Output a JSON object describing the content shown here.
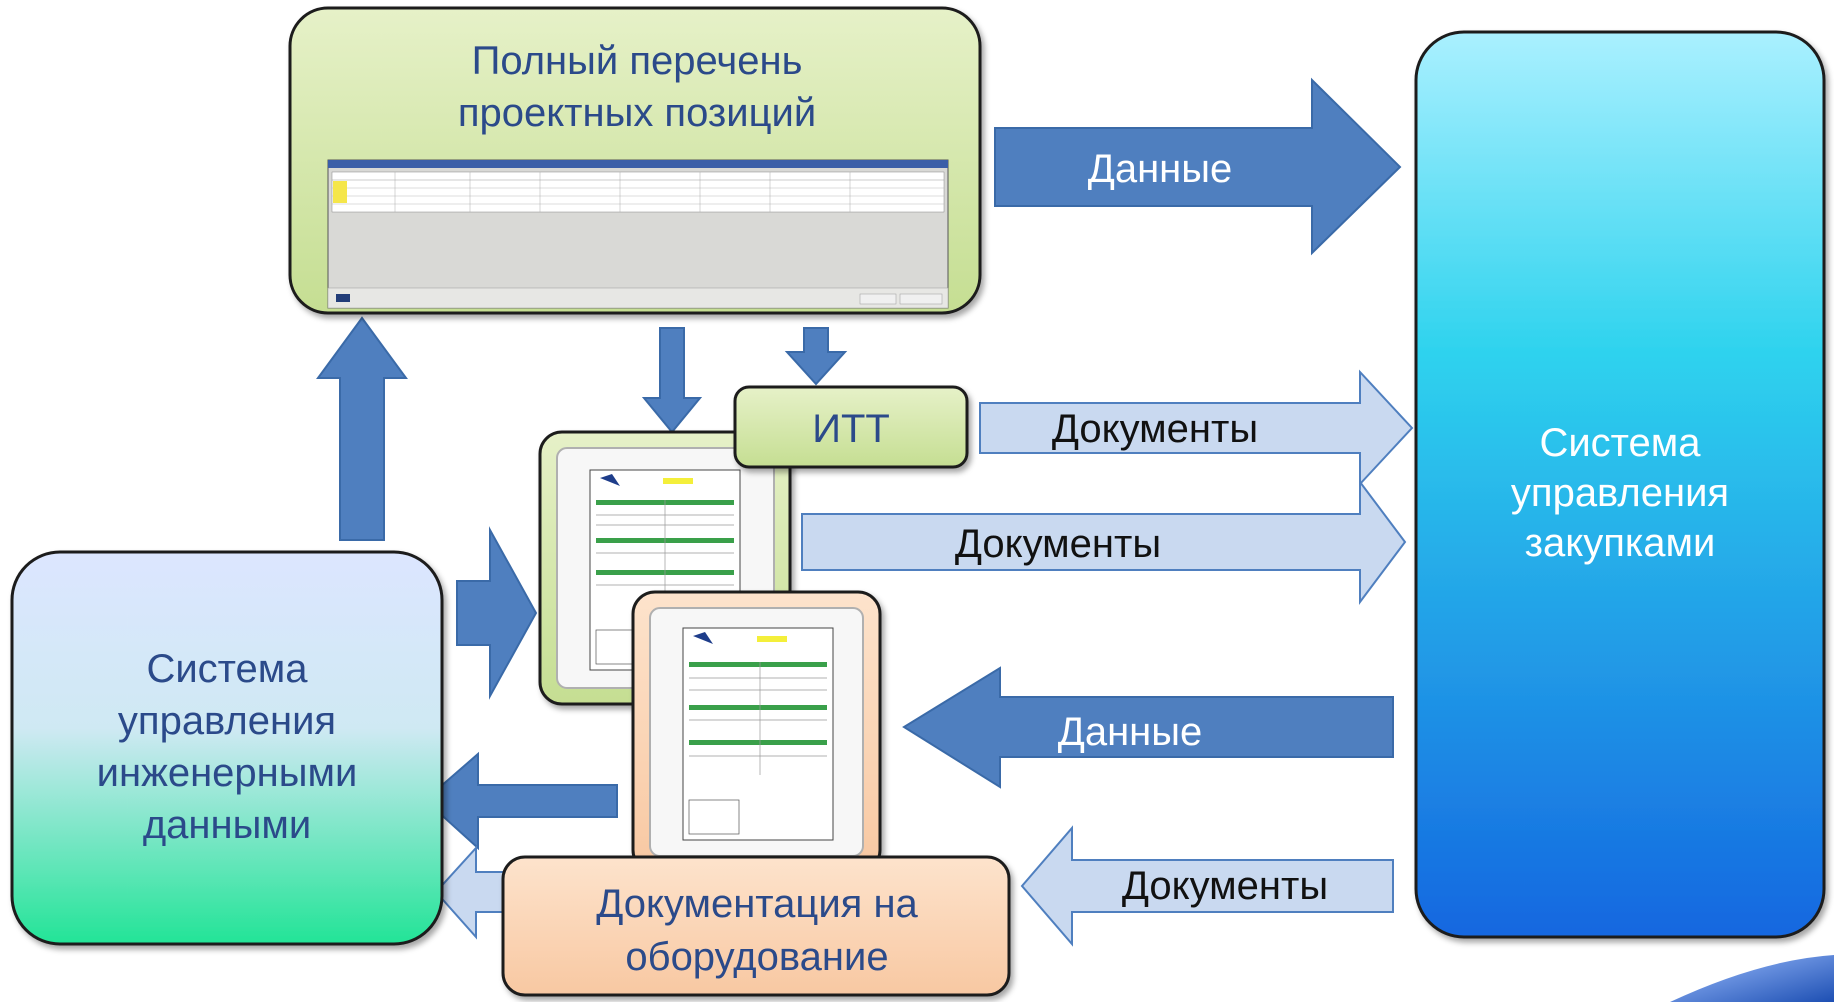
{
  "nodes": {
    "full_list": {
      "line1": "Полный перечень",
      "line2": "проектных позиций"
    },
    "procurement": {
      "line1": "Система",
      "line2": "управления",
      "line3": "закупками"
    },
    "engineering": {
      "line1": "Система",
      "line2": "управления",
      "line3": "инженерными",
      "line4": "данными"
    },
    "itt": {
      "label": "ИТТ"
    },
    "equipment_docs": {
      "line1": "Документация на",
      "line2": "оборудование"
    }
  },
  "arrows": {
    "top_data": "Данные",
    "itt_docs": "Документы",
    "mid_docs": "Документы",
    "return_data": "Данные",
    "bottom_docs": "Документы"
  },
  "colors": {
    "green_box": "#d7e9b0",
    "green_border": "#1f1f1f",
    "blue_arrow": "#4f7fbf",
    "light_arrow": "#c9d9f0",
    "procurement_top": "#7be3ff",
    "procurement_bottom": "#1a6fe0",
    "engineering_top": "#d8e6ff",
    "engineering_bottom": "#29e29a",
    "peach_box": "#fbd3b3"
  },
  "icons": {
    "spreadsheet": "spreadsheet-screenshot-icon",
    "doc_green": "document-form-icon",
    "doc_peach": "document-form-icon"
  }
}
